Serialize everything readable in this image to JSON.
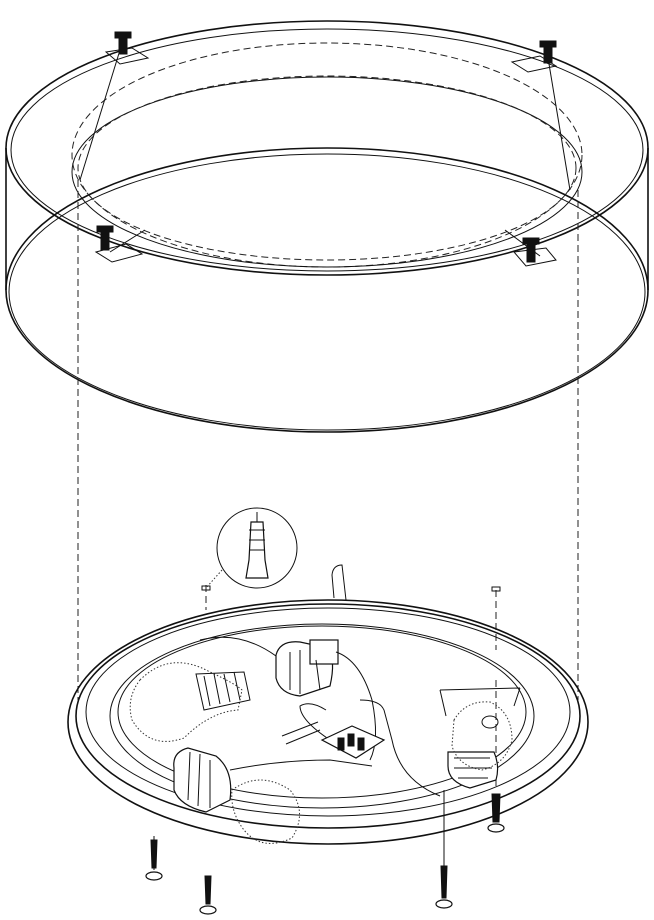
{
  "diagram": {
    "background": "#ffffff",
    "line_color": "#111111",
    "parts": [
      {
        "name": "lampshade-ring",
        "icon": "cylinder-shade"
      },
      {
        "name": "shade-mounting-screws",
        "count": 4
      },
      {
        "name": "base-plate",
        "icon": "oval-tray"
      },
      {
        "name": "lamp-socket",
        "count": 3
      },
      {
        "name": "light-bulb",
        "count": 3
      },
      {
        "name": "terminal-block",
        "count": 1
      },
      {
        "name": "wall-plug-detail",
        "icon": "dowel-callout"
      },
      {
        "name": "wood-screw",
        "count": 4
      }
    ]
  }
}
